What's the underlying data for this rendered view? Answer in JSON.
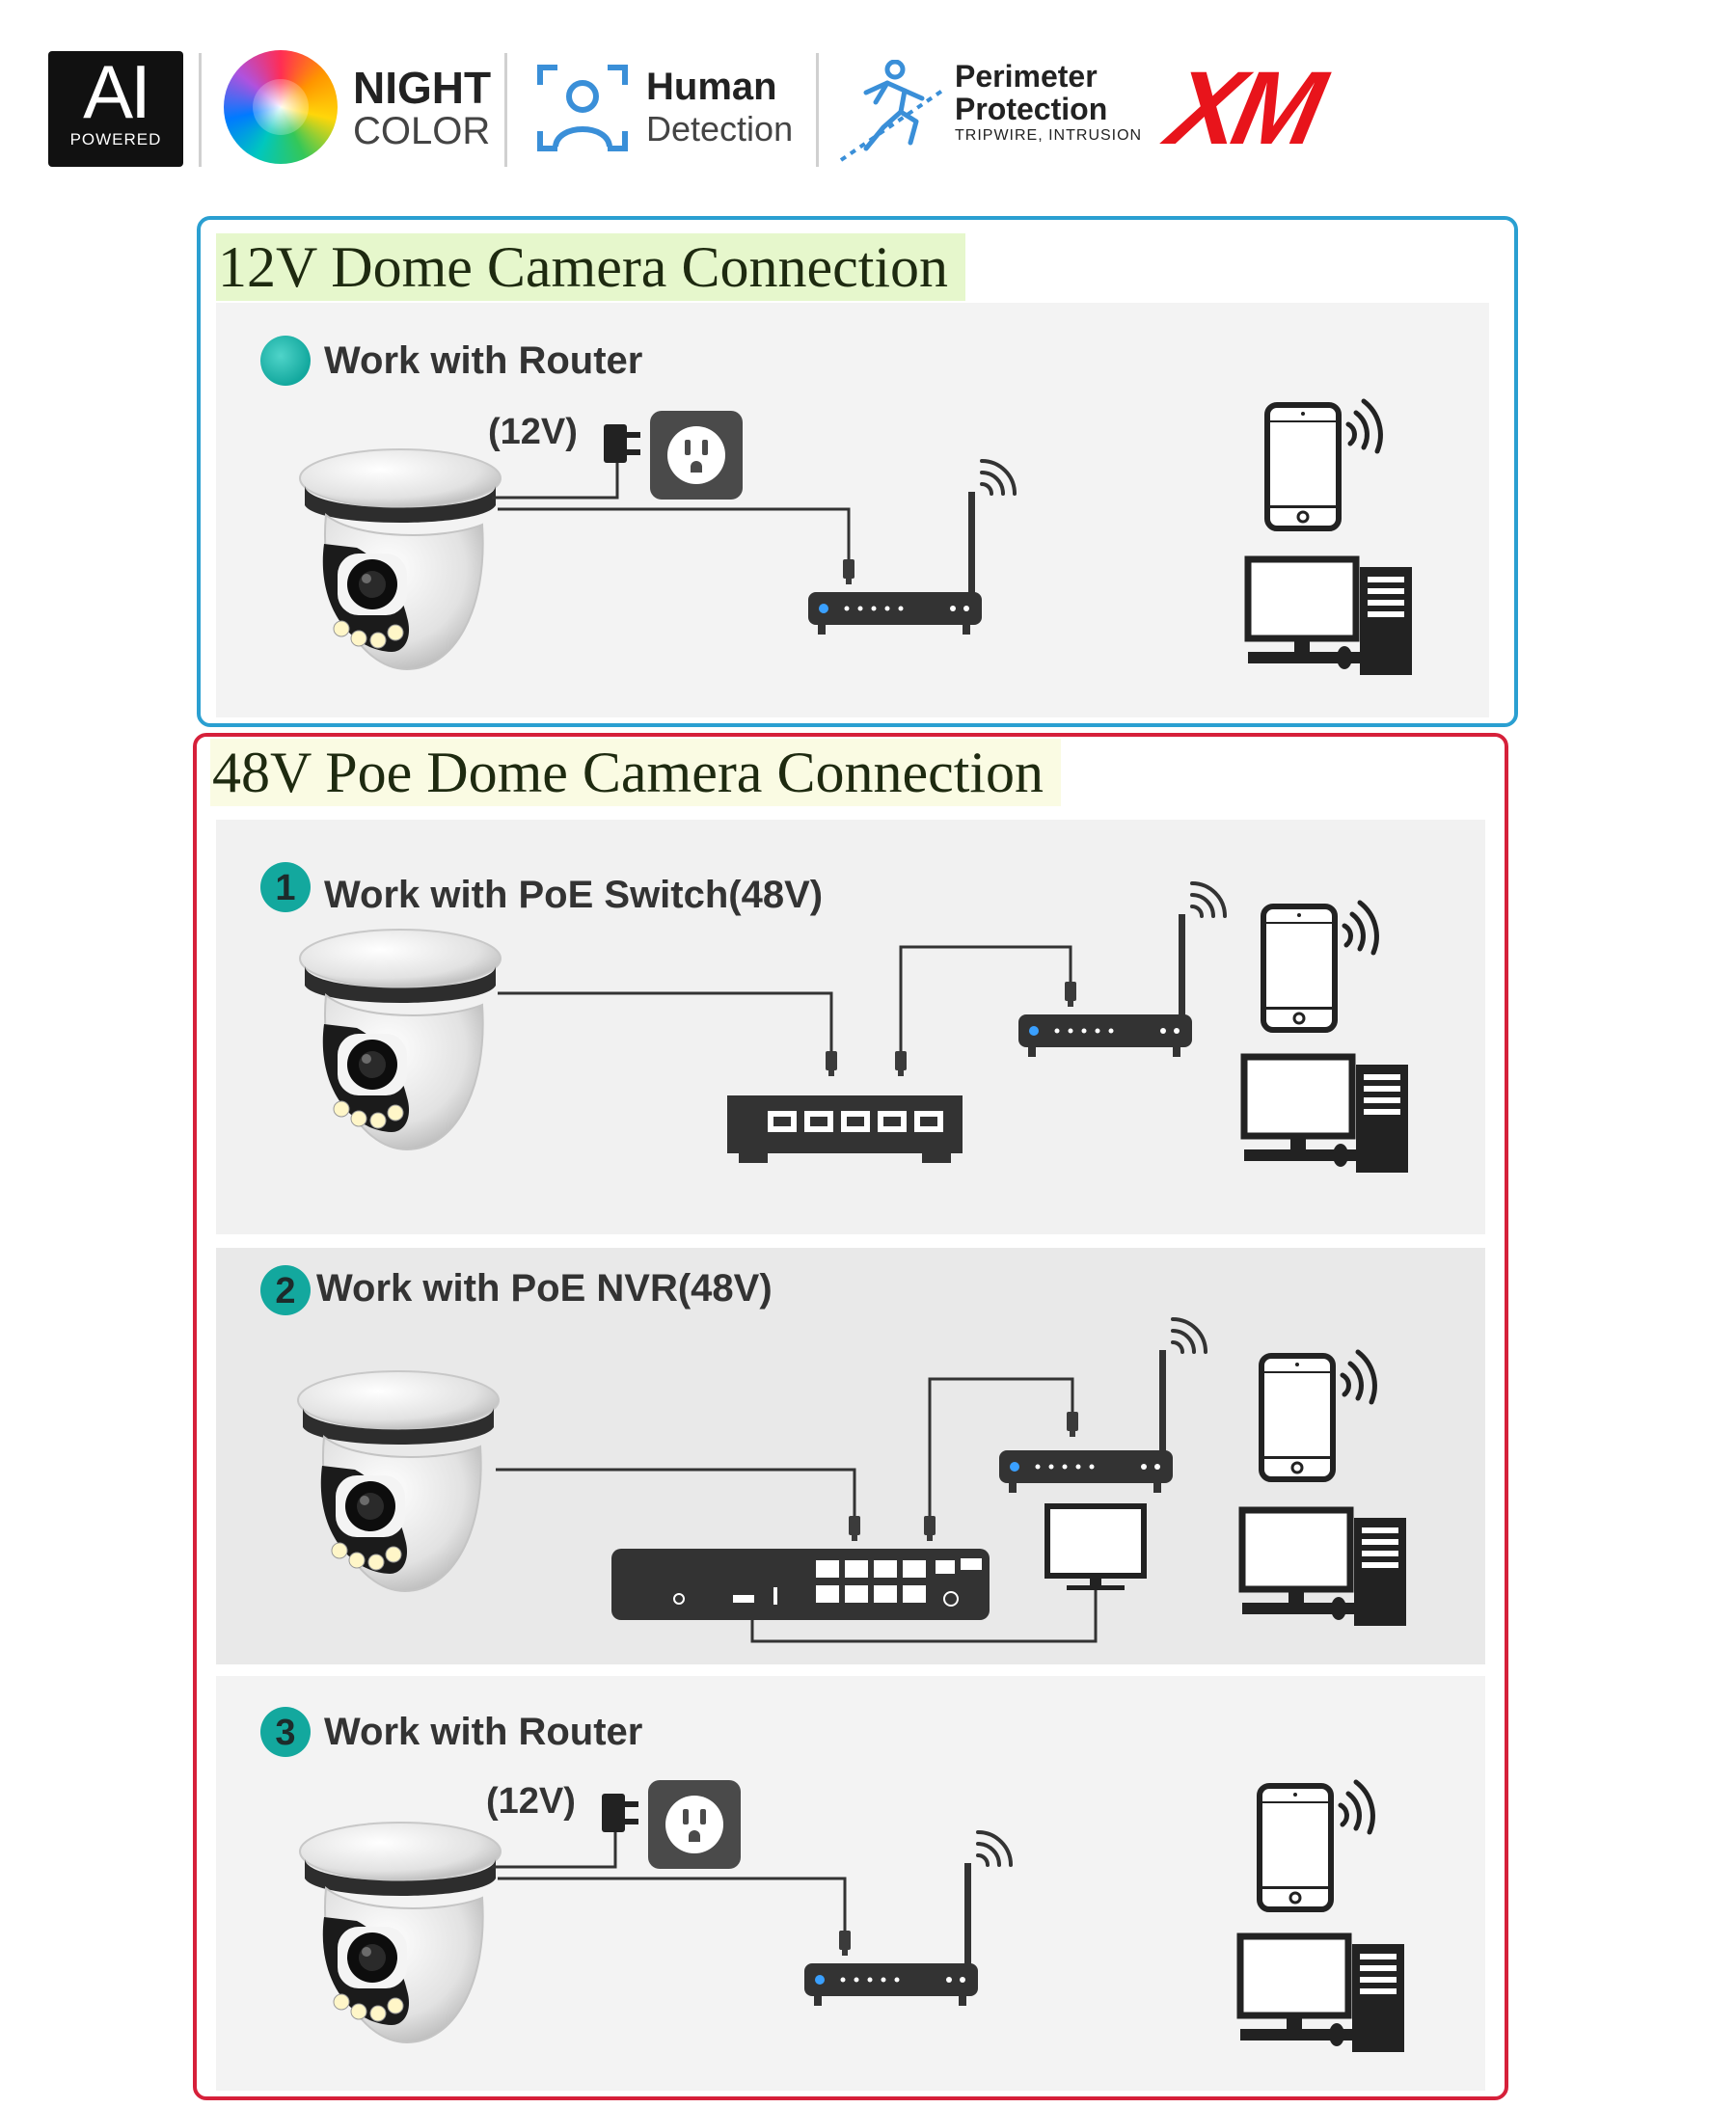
{
  "header": {
    "ai_badge": {
      "main": "AI",
      "sub": "POWERED"
    },
    "night_color": {
      "line1": "NIGHT",
      "line2": "COLOR"
    },
    "human_detection": {
      "line1": "Human",
      "line2": "Detection"
    },
    "perimeter": {
      "line1": "Perimeter",
      "line2": "Protection",
      "line3": "TRIPWIRE, INTRUSION"
    },
    "brand_logo": "XM"
  },
  "section_12v": {
    "title": "12V Dome Camera Connection",
    "panel": {
      "label": "Work with Router",
      "power_label": "(12V)"
    }
  },
  "section_48v": {
    "title": "48V Poe Dome Camera Connection",
    "panels": [
      {
        "number": "1",
        "label": "Work with PoE Switch(48V)"
      },
      {
        "number": "2",
        "label": "Work with PoE NVR(48V)"
      },
      {
        "number": "3",
        "label": "Work with Router",
        "power_label": "(12V)"
      }
    ]
  },
  "colors": {
    "blue_frame": "#2a9fd1",
    "red_frame": "#d6203a",
    "step_badge": "#13a89e",
    "brand_red": "#e8141b",
    "device_dark": "#333333"
  },
  "icons": [
    "ai-badge-icon",
    "night-color-orb-icon",
    "human-detection-icon",
    "perimeter-runner-icon",
    "dome-camera-icon",
    "power-adapter-icon",
    "wall-outlet-icon",
    "router-icon",
    "poe-switch-icon",
    "nvr-icon",
    "monitor-icon",
    "smartphone-icon",
    "desktop-computer-icon",
    "wifi-icon"
  ]
}
